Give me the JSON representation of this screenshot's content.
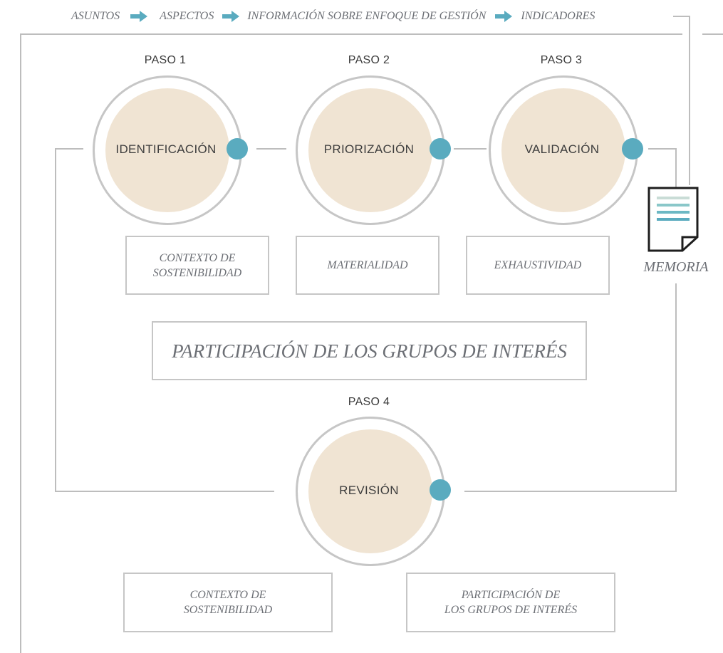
{
  "header": {
    "items": [
      "ASUNTOS",
      "ASPECTOS",
      "INFORMACIÓN SOBRE ENFOQUE DE GESTIÓN",
      "INDICADORES"
    ]
  },
  "steps": [
    {
      "paso": "PASO 1",
      "label": "IDENTIFICACIÓN"
    },
    {
      "paso": "PASO 2",
      "label": "PRIORIZACIÓN"
    },
    {
      "paso": "PASO 3",
      "label": "VALIDACIÓN"
    },
    {
      "paso": "PASO 4",
      "label": "REVISIÓN"
    }
  ],
  "boxes": {
    "contexto_1": "CONTEXTO DE\nSOSTENIBILIDAD",
    "materialidad": "MATERIALIDAD",
    "exhaustividad": "EXHAUSTIVIDAD",
    "participacion_main": "PARTICIPACIÓN DE LOS GRUPOS DE INTERÉS",
    "contexto_2": "CONTEXTO DE\nSOSTENIBILIDAD",
    "participacion_2": "PARTICIPACIÓN DE\nLOS GRUPOS DE INTERÉS"
  },
  "memoria": {
    "label": "MEMORIA",
    "icon": "document-icon"
  },
  "colors": {
    "accent": "#5aabbf",
    "disc": "#f0e4d3",
    "line": "#bdbdbd",
    "text_italic": "#6c6f75"
  }
}
